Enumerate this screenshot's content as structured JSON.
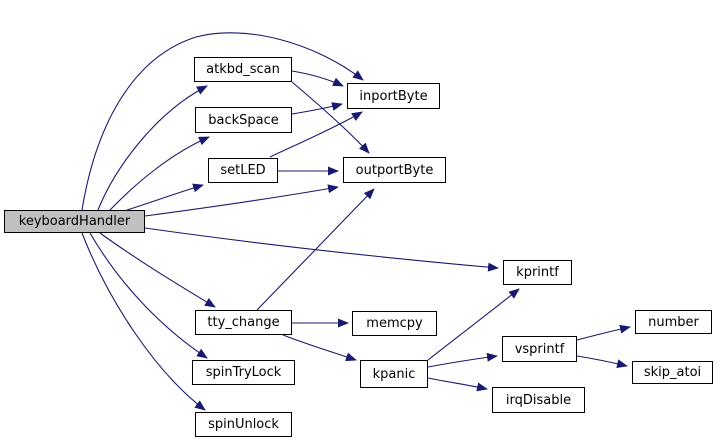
{
  "diagram": {
    "type": "call-graph",
    "colors": {
      "background": "#ffffff",
      "edge": "#191970",
      "node_border": "#000000",
      "node_fill": "#ffffff",
      "root_node_fill": "#c0c0c0",
      "text": "#000000"
    }
  },
  "nodes": [
    {
      "label": "keyboardHandler",
      "role": "root"
    },
    {
      "label": "atkbd_scan"
    },
    {
      "label": "backSpace"
    },
    {
      "label": "setLED"
    },
    {
      "label": "inportByte"
    },
    {
      "label": "outportByte"
    },
    {
      "label": "kprintf"
    },
    {
      "label": "tty_change"
    },
    {
      "label": "memcpy"
    },
    {
      "label": "spinTryLock"
    },
    {
      "label": "spinUnlock"
    },
    {
      "label": "kpanic"
    },
    {
      "label": "vsprintf"
    },
    {
      "label": "irqDisable"
    },
    {
      "label": "number"
    },
    {
      "label": "skip_atoi"
    }
  ],
  "edges": [
    {
      "from": "keyboardHandler",
      "to": "inportByte"
    },
    {
      "from": "keyboardHandler",
      "to": "atkbd_scan"
    },
    {
      "from": "keyboardHandler",
      "to": "backSpace"
    },
    {
      "from": "keyboardHandler",
      "to": "setLED"
    },
    {
      "from": "keyboardHandler",
      "to": "outportByte"
    },
    {
      "from": "keyboardHandler",
      "to": "kprintf"
    },
    {
      "from": "keyboardHandler",
      "to": "tty_change"
    },
    {
      "from": "keyboardHandler",
      "to": "spinTryLock"
    },
    {
      "from": "keyboardHandler",
      "to": "spinUnlock"
    },
    {
      "from": "atkbd_scan",
      "to": "inportByte"
    },
    {
      "from": "atkbd_scan",
      "to": "outportByte"
    },
    {
      "from": "backSpace",
      "to": "inportByte"
    },
    {
      "from": "setLED",
      "to": "inportByte"
    },
    {
      "from": "setLED",
      "to": "outportByte"
    },
    {
      "from": "tty_change",
      "to": "memcpy"
    },
    {
      "from": "tty_change",
      "to": "kpanic"
    },
    {
      "from": "tty_change",
      "to": "outportByte"
    },
    {
      "from": "kpanic",
      "to": "kprintf"
    },
    {
      "from": "kpanic",
      "to": "vsprintf"
    },
    {
      "from": "kpanic",
      "to": "irqDisable"
    },
    {
      "from": "vsprintf",
      "to": "number"
    },
    {
      "from": "vsprintf",
      "to": "skip_atoi"
    }
  ]
}
